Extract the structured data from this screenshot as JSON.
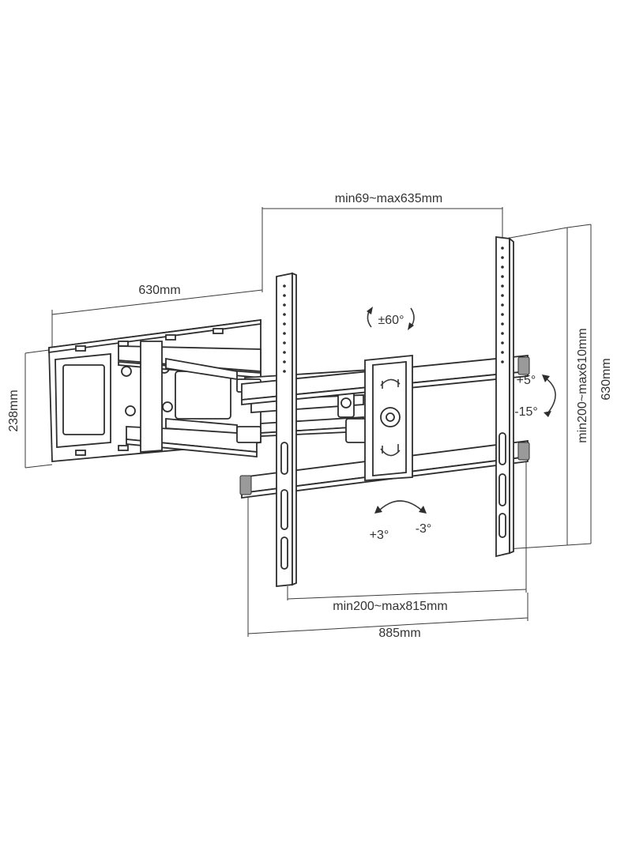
{
  "dimensions": {
    "vesa_horizontal": "min69~max635mm",
    "wall_plate_depth": "630mm",
    "wall_plate_height": "238mm",
    "vesa_vertical": "min200~max610mm",
    "overall_height": "630mm",
    "arm_span": "min200~max815mm",
    "overall_width": "885mm"
  },
  "angles": {
    "swivel": "±60°",
    "tilt_up": "+5°",
    "tilt_down": "-15°",
    "rotate_plus": "+3°",
    "rotate_minus": "-3°"
  },
  "colors": {
    "line": "#3a3a3a",
    "text": "#333333",
    "background": "#ffffff"
  }
}
